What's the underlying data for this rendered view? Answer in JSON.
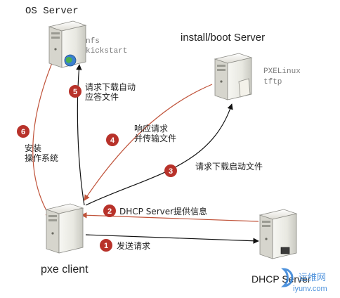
{
  "nodes": {
    "os_server": {
      "title": "OS Server",
      "services": [
        "nfs",
        "kickstart"
      ]
    },
    "install_server": {
      "title": "install/boot Server",
      "services": [
        "PXELinux",
        "tftp"
      ]
    },
    "pxe_client": {
      "title": "pxe client"
    },
    "dhcp_server": {
      "title": "DHCP Server"
    }
  },
  "steps": [
    {
      "number": "1",
      "lines": [
        "发送请求"
      ]
    },
    {
      "number": "2",
      "lines": [
        "DHCP Server提供信息"
      ]
    },
    {
      "number": "3",
      "lines": [
        "请求下载启动文件"
      ]
    },
    {
      "number": "4",
      "lines": [
        "响应请求",
        "并传输文件"
      ]
    },
    {
      "number": "5",
      "lines": [
        "请求下载自动",
        "应答文件"
      ]
    },
    {
      "number": "6",
      "lines": [
        "安装",
        "操作系统"
      ]
    }
  ],
  "watermark": {
    "line1": "运维网",
    "line2": "iyunv.com"
  },
  "colors": {
    "badge": "#b8322a",
    "arrow_red": "#c0533a",
    "arrow_black": "#111111",
    "server_body": "#ecece6",
    "server_edge": "#8a8a84",
    "watermark_blue": "#2f7fd6"
  }
}
